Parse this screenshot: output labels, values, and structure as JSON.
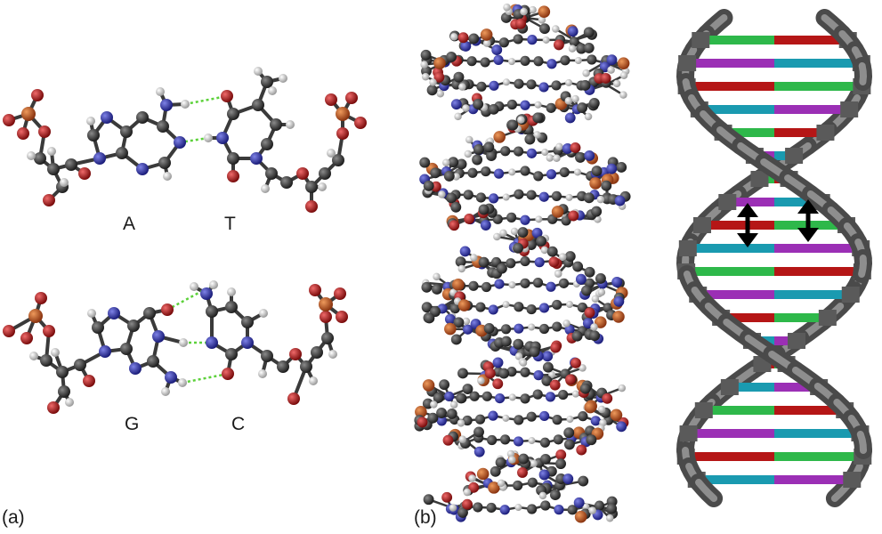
{
  "panels": [
    {
      "label": "(a)"
    },
    {
      "label": "(b)"
    }
  ],
  "base_pairs": [
    {
      "left": "A",
      "right": "T",
      "hbonds": 2
    },
    {
      "left": "G",
      "right": "C",
      "hbonds": 3
    }
  ],
  "colors": {
    "carbon": "#2a2a2a",
    "hydrogen": "#d8d8d8",
    "nitrogen": "#2b2fa8",
    "oxygen": "#b51616",
    "phosphorus": "#b5481c",
    "hbond": "#5cd13a",
    "backbone": "#6b6b6b",
    "base_colors": [
      "#b51616",
      "#1a9ab0",
      "#2eb84a",
      "#9b2fb5"
    ]
  },
  "icons": [
    "double-arrow-icon",
    "double-arrow-icon"
  ]
}
